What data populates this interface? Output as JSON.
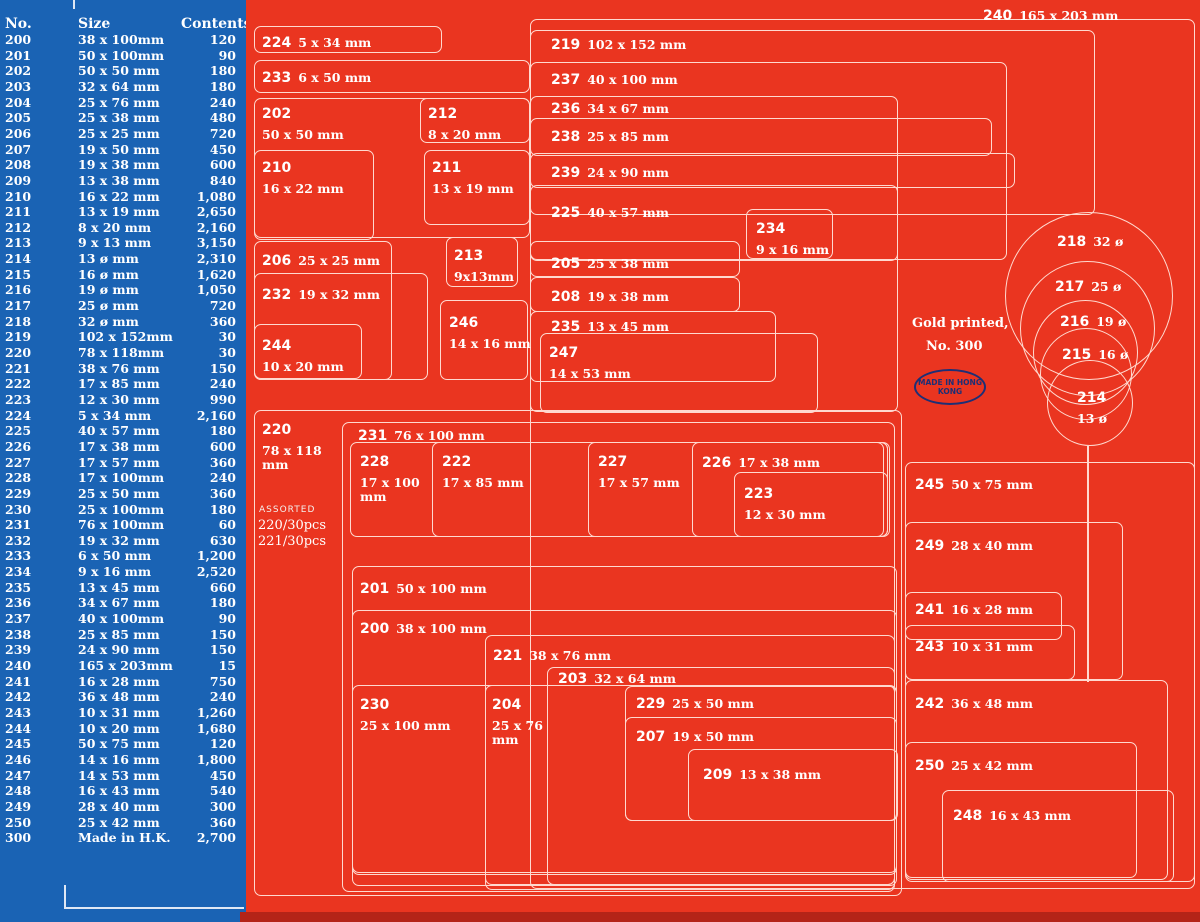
{
  "table": {
    "headers": {
      "no": "No.",
      "size": "Size",
      "contents": "Contents"
    },
    "rows": [
      {
        "no": "200",
        "size": "38 x 100mm",
        "contents": "120"
      },
      {
        "no": "201",
        "size": "50 x 100mm",
        "contents": "90"
      },
      {
        "no": "202",
        "size": "50 x 50 mm",
        "contents": "180"
      },
      {
        "no": "203",
        "size": "32 x 64 mm",
        "contents": "180"
      },
      {
        "no": "204",
        "size": "25 x 76 mm",
        "contents": "240"
      },
      {
        "no": "205",
        "size": "25 x 38 mm",
        "contents": "480"
      },
      {
        "no": "206",
        "size": "25 x 25 mm",
        "contents": "720"
      },
      {
        "no": "207",
        "size": "19 x 50 mm",
        "contents": "450"
      },
      {
        "no": "208",
        "size": "19 x 38 mm",
        "contents": "600"
      },
      {
        "no": "209",
        "size": "13 x 38 mm",
        "contents": "840"
      },
      {
        "no": "210",
        "size": "16 x 22 mm",
        "contents": "1,080"
      },
      {
        "no": "211",
        "size": "13 x 19 mm",
        "contents": "2,650"
      },
      {
        "no": "212",
        "size": "8 x 20 mm",
        "contents": "2,160"
      },
      {
        "no": "213",
        "size": "9 x 13 mm",
        "contents": "3,150"
      },
      {
        "no": "214",
        "size": "13 ø mm",
        "contents": "2,310"
      },
      {
        "no": "215",
        "size": "16 ø mm",
        "contents": "1,620"
      },
      {
        "no": "216",
        "size": "19 ø mm",
        "contents": "1,050"
      },
      {
        "no": "217",
        "size": "25 ø mm",
        "contents": "720"
      },
      {
        "no": "218",
        "size": "32 ø mm",
        "contents": "360"
      },
      {
        "no": "219",
        "size": "102 x 152mm",
        "contents": "30"
      },
      {
        "no": "220",
        "size": "78 x 118mm",
        "contents": "30"
      },
      {
        "no": "221",
        "size": "38 x 76 mm",
        "contents": "150"
      },
      {
        "no": "222",
        "size": "17 x 85 mm",
        "contents": "240"
      },
      {
        "no": "223",
        "size": "12 x 30 mm",
        "contents": "990"
      },
      {
        "no": "224",
        "size": "5 x 34 mm",
        "contents": "2,160"
      },
      {
        "no": "225",
        "size": "40 x 57 mm",
        "contents": "180"
      },
      {
        "no": "226",
        "size": "17 x 38 mm",
        "contents": "600"
      },
      {
        "no": "227",
        "size": "17 x 57 mm",
        "contents": "360"
      },
      {
        "no": "228",
        "size": "17 x 100mm",
        "contents": "240"
      },
      {
        "no": "229",
        "size": "25 x 50 mm",
        "contents": "360"
      },
      {
        "no": "230",
        "size": "25 x 100mm",
        "contents": "180"
      },
      {
        "no": "231",
        "size": "76 x 100mm",
        "contents": "60"
      },
      {
        "no": "232",
        "size": "19 x 32 mm",
        "contents": "630"
      },
      {
        "no": "233",
        "size": "6 x 50 mm",
        "contents": "1,200"
      },
      {
        "no": "234",
        "size": "9 x 16 mm",
        "contents": "2,520"
      },
      {
        "no": "235",
        "size": "13 x 45 mm",
        "contents": "660"
      },
      {
        "no": "236",
        "size": "34 x 67 mm",
        "contents": "180"
      },
      {
        "no": "237",
        "size": "40 x 100mm",
        "contents": "90"
      },
      {
        "no": "238",
        "size": "25 x 85 mm",
        "contents": "150"
      },
      {
        "no": "239",
        "size": "24 x 90 mm",
        "contents": "150"
      },
      {
        "no": "240",
        "size": "165 x 203mm",
        "contents": "15"
      },
      {
        "no": "241",
        "size": "16 x 28 mm",
        "contents": "750"
      },
      {
        "no": "242",
        "size": "36 x 48 mm",
        "contents": "240"
      },
      {
        "no": "243",
        "size": "10 x 31 mm",
        "contents": "1,260"
      },
      {
        "no": "244",
        "size": "10 x 20 mm",
        "contents": "1,680"
      },
      {
        "no": "245",
        "size": "50 x 75 mm",
        "contents": "120"
      },
      {
        "no": "246",
        "size": "14 x 16 mm",
        "contents": "1,800"
      },
      {
        "no": "247",
        "size": "14 x 53 mm",
        "contents": "450"
      },
      {
        "no": "248",
        "size": "16 x 43 mm",
        "contents": "540"
      },
      {
        "no": "249",
        "size": "28 x 40 mm",
        "contents": "300"
      },
      {
        "no": "250",
        "size": "25 x 42 mm",
        "contents": "360"
      },
      {
        "no": "300",
        "size": "Made in H.K.",
        "contents": "2,700"
      }
    ]
  },
  "labels": [
    {
      "n": "240",
      "d": "165 x 203 mm"
    },
    {
      "n": "224",
      "d": "5 x 34 mm"
    },
    {
      "n": "219",
      "d": "102 x 152 mm"
    },
    {
      "n": "233",
      "d": "6 x 50 mm"
    },
    {
      "n": "237",
      "d": "40 x 100 mm"
    },
    {
      "n": "202",
      "d": "50 x 50 mm"
    },
    {
      "n": "212",
      "d": "8 x 20 mm"
    },
    {
      "n": "236",
      "d": "34 x 67 mm"
    },
    {
      "n": "238",
      "d": "25 x 85 mm"
    },
    {
      "n": "210",
      "d": "16 x 22 mm"
    },
    {
      "n": "211",
      "d": "13 x 19 mm"
    },
    {
      "n": "239",
      "d": "24 x 90 mm"
    },
    {
      "n": "225",
      "d": "40 x 57 mm"
    },
    {
      "n": "234",
      "d": "9 x 16 mm"
    },
    {
      "n": "218",
      "d": "32 ø"
    },
    {
      "n": "206",
      "d": "25 x 25 mm"
    },
    {
      "n": "213",
      "d": "9x13mm"
    },
    {
      "n": "205",
      "d": "25 x 38 mm"
    },
    {
      "n": "217",
      "d": "25 ø"
    },
    {
      "n": "232",
      "d": "19 x 32 mm"
    },
    {
      "n": "208",
      "d": "19 x 38 mm"
    },
    {
      "n": "246",
      "d": "14 x 16 mm"
    },
    {
      "n": "235",
      "d": "13 x 45 mm"
    },
    {
      "n": "216",
      "d": "19 ø"
    },
    {
      "n": "244",
      "d": "10 x 20 mm"
    },
    {
      "n": "247",
      "d": "14 x 53 mm"
    },
    {
      "n": "215",
      "d": "16 ø"
    },
    {
      "n": "214",
      "d": "13 ø"
    },
    {
      "n": "220",
      "d": "78 x 118 mm"
    },
    {
      "n": "231",
      "d": "76 x 100 mm"
    },
    {
      "n": "228",
      "d": "17 x 100 mm"
    },
    {
      "n": "222",
      "d": "17 x 85 mm"
    },
    {
      "n": "227",
      "d": "17 x 57 mm"
    },
    {
      "n": "226",
      "d": "17 x 38 mm"
    },
    {
      "n": "223",
      "d": "12 x 30 mm"
    },
    {
      "n": "245",
      "d": "50 x 75 mm"
    },
    {
      "n": "249",
      "d": "28 x 40 mm"
    },
    {
      "n": "201",
      "d": "50 x 100 mm"
    },
    {
      "n": "241",
      "d": "16 x 28 mm"
    },
    {
      "n": "200",
      "d": "38 x 100 mm"
    },
    {
      "n": "243",
      "d": "10 x 31 mm"
    },
    {
      "n": "221",
      "d": "38 x 76 mm"
    },
    {
      "n": "203",
      "d": "32 x 64 mm"
    },
    {
      "n": "242",
      "d": "36 x 48 mm"
    },
    {
      "n": "230",
      "d": "25 x 100 mm"
    },
    {
      "n": "204",
      "d": "25 x 76 mm"
    },
    {
      "n": "229",
      "d": "25 x 50 mm"
    },
    {
      "n": "207",
      "d": "19 x 50 mm"
    },
    {
      "n": "250",
      "d": "25 x 42 mm"
    },
    {
      "n": "209",
      "d": "13 x 38 mm"
    },
    {
      "n": "248",
      "d": "16 x 43 mm"
    }
  ],
  "notes": {
    "gold_line1": "Gold printed,",
    "gold_line2": "No. 300",
    "made_in": "MADE IN HONG KONG",
    "assorted": "ASSORTED",
    "assorted_220": "220/30pcs",
    "assorted_221": "221/30pcs"
  },
  "colors": {
    "left_panel": "#1a63b4",
    "right_panel": "#ea3520",
    "outline": "#ffd9cf",
    "stamp": "#1d2f76"
  }
}
